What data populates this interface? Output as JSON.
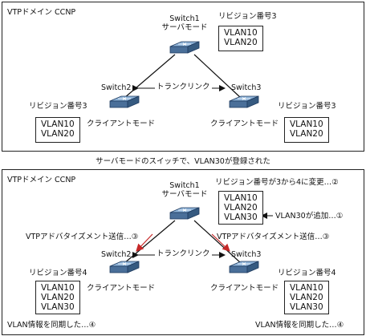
{
  "top": {
    "domain_title": "VTPドメイン CCNP",
    "switch1": {
      "name": "Switch1",
      "mode": "サーバモード",
      "revision": "リビジョン番号3",
      "vlans": [
        "VLAN10",
        "VLAN20"
      ]
    },
    "switch2": {
      "name": "Switch2",
      "mode": "クライアントモード",
      "revision": "リビジョン番号3",
      "vlans": [
        "VLAN10",
        "VLAN20"
      ]
    },
    "switch3": {
      "name": "Switch3",
      "mode": "クライアントモード",
      "revision": "リビジョン番号3",
      "vlans": [
        "VLAN10",
        "VLAN20"
      ]
    },
    "trunk_link": "トランクリンク"
  },
  "caption": "サーバモードのスイッチで、VLAN30が登録された",
  "bottom": {
    "domain_title": "VTPドメイン CCNP",
    "switch1": {
      "name": "Switch1",
      "mode": "サーバモード",
      "revision_change": "リビジョン番号が3から4に変更…②",
      "vlans": [
        "VLAN10",
        "VLAN20",
        "VLAN30"
      ],
      "vlan_added": "VLAN30が追加…①"
    },
    "switch2": {
      "name": "Switch2",
      "mode": "クライアントモード",
      "revision": "リビジョン番号4",
      "vlans": [
        "VLAN10",
        "VLAN20",
        "VLAN30"
      ],
      "advert": "VTPアドバタイズメント送信…③",
      "sync": "VLAN情報を同期した…④"
    },
    "switch3": {
      "name": "Switch3",
      "mode": "クライアントモード",
      "revision": "リビジョン番号4",
      "vlans": [
        "VLAN10",
        "VLAN20",
        "VLAN30"
      ],
      "advert": "VTPアドバタイズメント送信…③",
      "sync": "VLAN情報を同期した…④"
    },
    "trunk_link": "トランクリンク"
  },
  "colors": {
    "switch_top": "#8fb4d9",
    "switch_side": "#4a6f99",
    "advert_arrow": "#c62828"
  }
}
